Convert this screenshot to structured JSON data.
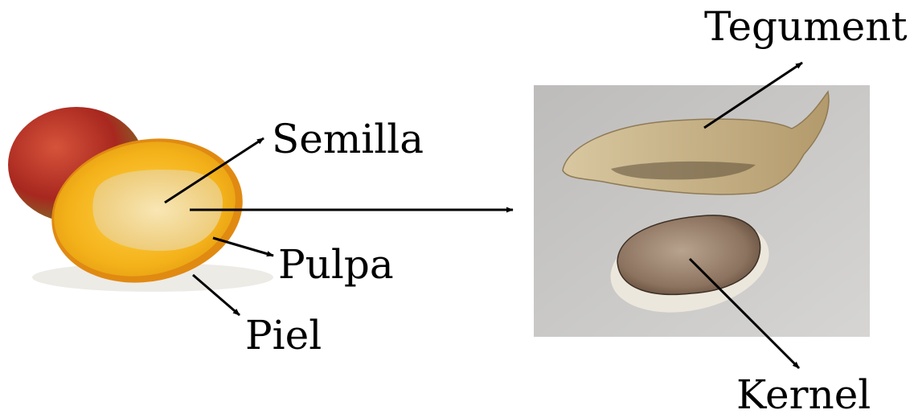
{
  "labels": {
    "semilla": "Semilla",
    "pulpa": "Pulpa",
    "piel": "Piel",
    "tegument": "Tegument",
    "kernel": "Kernel"
  },
  "colors": {
    "mango_skin_red": "#b8322a",
    "mango_flesh": "#f2b81c",
    "mango_seed": "#f3d98c",
    "photo_background": "#c9c8c6",
    "tegument": "#c9b48a",
    "kernel": "#8a7462"
  }
}
